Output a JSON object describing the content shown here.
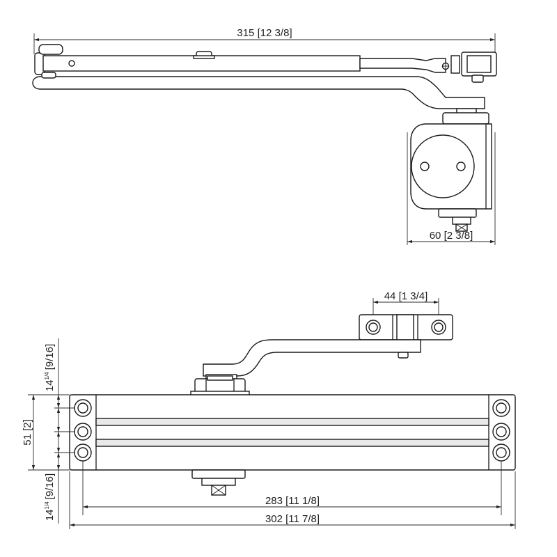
{
  "top_view": {
    "overall_length": "315 [12 3/8]",
    "body_depth": "60 [2 3/8]"
  },
  "front_view": {
    "shoe_hole_spacing": "44 [1 3/4]",
    "body_height": "51 [2]",
    "top_offset_main": "14",
    "top_offset_sup": "1/4",
    "top_offset_frac": "[9/16]",
    "bottom_offset_main": "14",
    "bottom_offset_sup": "1/4",
    "bottom_offset_frac": "[9/16]",
    "hole_spacing": "283 [11 1/8]",
    "overall_width": "302 [11 7/8]"
  }
}
